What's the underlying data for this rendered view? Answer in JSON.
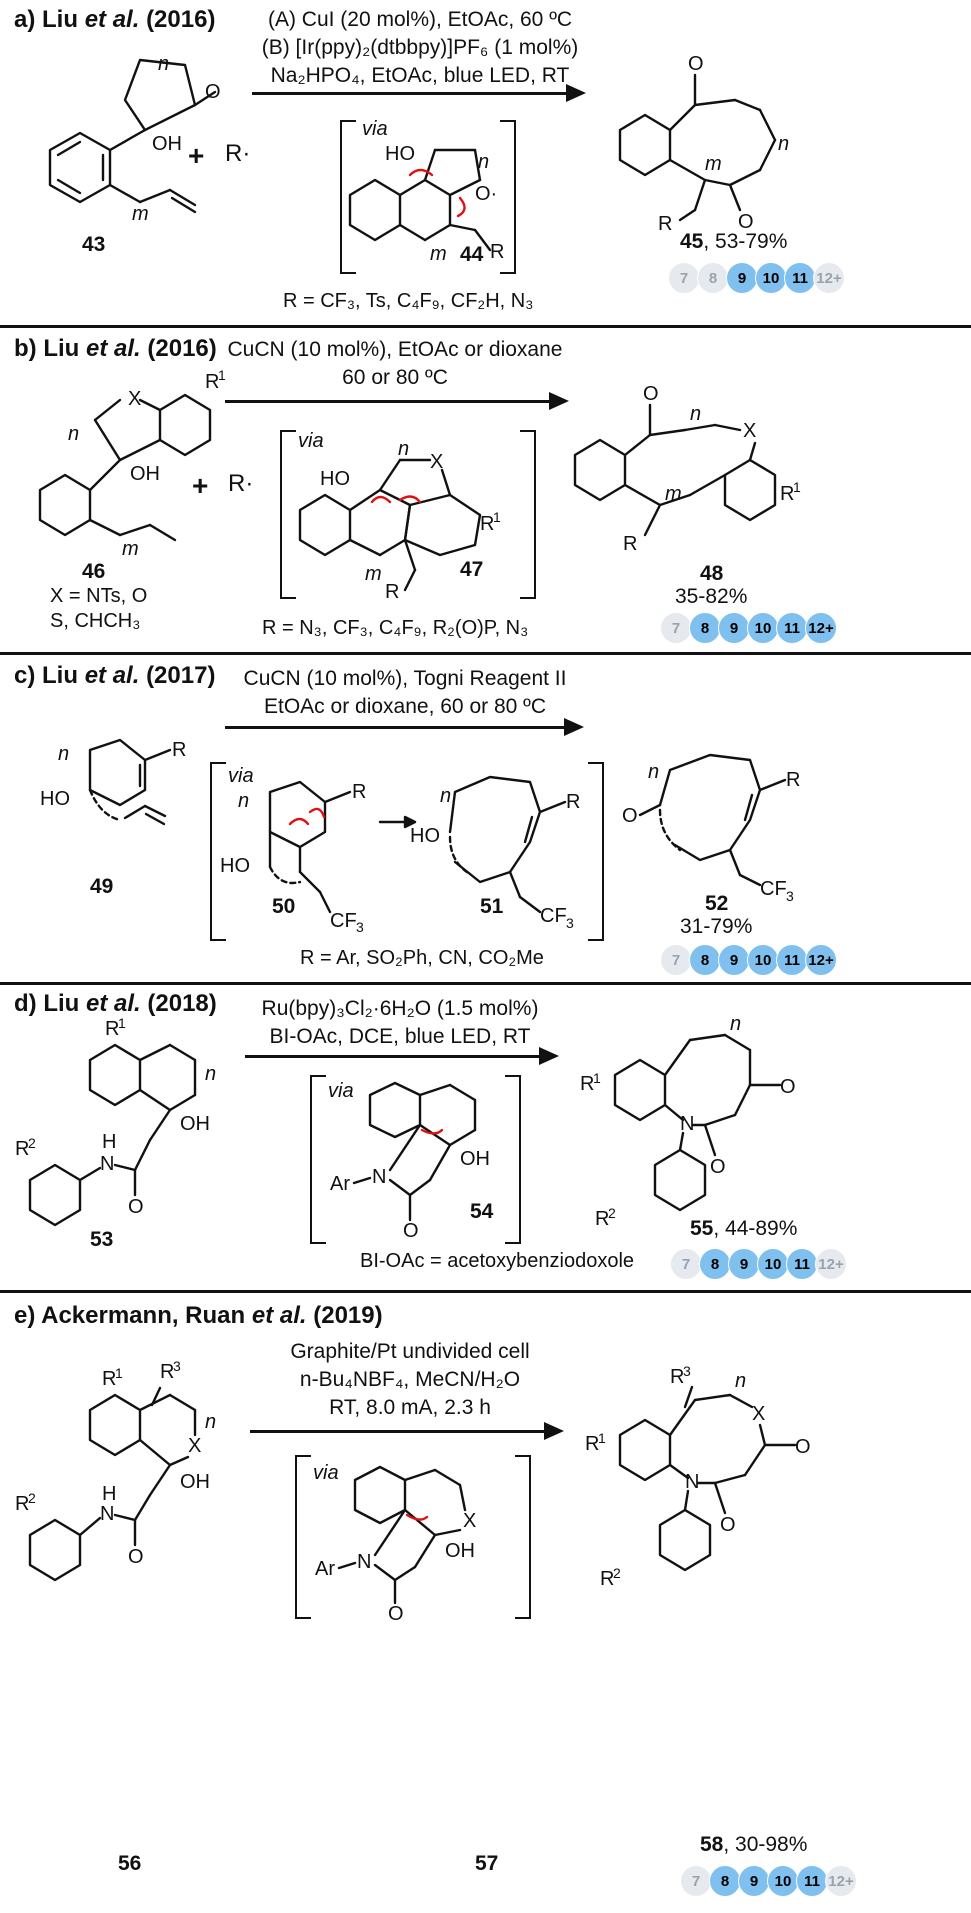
{
  "panels": [
    {
      "label_letter": "a)",
      "label_authors": "Liu",
      "label_etal": "et al.",
      "label_year": "(2016)",
      "conditions": [
        "(A) CuI (20 mol%), EtOAc, 60 ºC",
        "(B) [Ir(ppy)₂(dtbbpy)]PF₆ (1 mol%)",
        "Na₂HPO₄, EtOAc, blue LED, RT"
      ],
      "substrate": "43",
      "intermediate": "44",
      "product": "45",
      "yield": "53-79%",
      "r_note": "R = CF₃, Ts, C₄F₉, CF₂H, N₃",
      "rings": [
        {
          "t": "7",
          "on": false
        },
        {
          "t": "8",
          "on": false
        },
        {
          "t": "9",
          "on": true
        },
        {
          "t": "10",
          "on": true
        },
        {
          "t": "11",
          "on": true
        },
        {
          "t": "12+",
          "on": false
        }
      ]
    },
    {
      "label_letter": "b)",
      "label_authors": "Liu",
      "label_etal": "et al.",
      "label_year": "(2016)",
      "conditions": [
        "CuCN (10 mol%), EtOAc or dioxane",
        "60 or 80 ºC"
      ],
      "substrate": "46",
      "intermediate": "47",
      "product": "48",
      "yield": "35-82%",
      "x_note": [
        "X = NTs, O",
        "S, CHCH₃"
      ],
      "r_note": "R = N₃, CF₃, C₄F₉, R₂(O)P, N₃",
      "rings": [
        {
          "t": "7",
          "on": false
        },
        {
          "t": "8",
          "on": true
        },
        {
          "t": "9",
          "on": true
        },
        {
          "t": "10",
          "on": true
        },
        {
          "t": "11",
          "on": true
        },
        {
          "t": "12+",
          "on": true
        }
      ]
    },
    {
      "label_letter": "c)",
      "label_authors": "Liu",
      "label_etal": "et al.",
      "label_year": "(2017)",
      "conditions": [
        "CuCN (10 mol%), Togni Reagent II",
        "EtOAc or dioxane, 60 or 80 ºC"
      ],
      "substrate": "49",
      "intermediate": "50",
      "intermediate2": "51",
      "product": "52",
      "yield": "31-79%",
      "r_note": "R = Ar, SO₂Ph, CN, CO₂Me",
      "rings": [
        {
          "t": "7",
          "on": false
        },
        {
          "t": "8",
          "on": true
        },
        {
          "t": "9",
          "on": true
        },
        {
          "t": "10",
          "on": true
        },
        {
          "t": "11",
          "on": true
        },
        {
          "t": "12+",
          "on": true
        }
      ]
    },
    {
      "label_letter": "d)",
      "label_authors": "Liu",
      "label_etal": "et al.",
      "label_year": "(2018)",
      "conditions": [
        "Ru(bpy)₃Cl₂·6H₂O (1.5 mol%)",
        "BI-OAc, DCE, blue LED, RT"
      ],
      "substrate": "53",
      "intermediate": "54",
      "product": "55",
      "yield": "44-89%",
      "r_note": "BI-OAc = acetoxybenziodoxole",
      "rings": [
        {
          "t": "7",
          "on": false
        },
        {
          "t": "8",
          "on": true
        },
        {
          "t": "9",
          "on": true
        },
        {
          "t": "10",
          "on": true
        },
        {
          "t": "11",
          "on": true
        },
        {
          "t": "12+",
          "on": false
        }
      ]
    },
    {
      "label_letter": "e)",
      "label_authors": "Ackermann, Ruan",
      "label_etal": "et al.",
      "label_year": "(2019)",
      "conditions": [
        "Graphite/Pt undivided cell",
        "n-Bu₄NBF₄, MeCN/H₂O",
        "RT, 8.0 mA, 2.3 h"
      ],
      "substrate": "56",
      "intermediate": "57",
      "product": "58",
      "yield": "30-98%",
      "rings": [
        {
          "t": "7",
          "on": false
        },
        {
          "t": "8",
          "on": true
        },
        {
          "t": "9",
          "on": true
        },
        {
          "t": "10",
          "on": true
        },
        {
          "t": "11",
          "on": true
        },
        {
          "t": "12+",
          "on": false
        }
      ]
    }
  ],
  "common": {
    "via": "via",
    "plus": "+",
    "radical": "R·"
  }
}
